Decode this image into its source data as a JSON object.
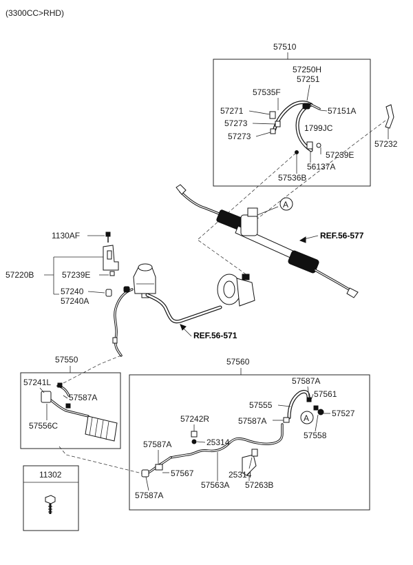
{
  "header": {
    "title": "(3300CC>RHD)"
  },
  "labels": {
    "p57510": "57510",
    "p57250H": "57250H",
    "p57251": "57251",
    "p57535F": "57535F",
    "p57271": "57271",
    "p57151A": "57151A",
    "p57273a": "57273",
    "p1799JC": "1799JC",
    "p57273b": "57273",
    "p57239E_top": "57239E",
    "p57232": "57232",
    "p56137A": "56137A",
    "p57536B": "57536B",
    "ref56577": "REF.56-577",
    "p1130AF": "1130AF",
    "p57220B": "57220B",
    "p57239E_left": "57239E",
    "p57240": "57240",
    "p57240A": "57240A",
    "ref56571": "REF.56-571",
    "p57550": "57550",
    "p57560": "57560",
    "p57241L": "57241L",
    "p57587A_cooler": "57587A",
    "p57556C": "57556C",
    "p57587A_r1": "57587A",
    "p57561": "57561",
    "p57555": "57555",
    "p57527": "57527",
    "p57587A_r2": "57587A",
    "p57558": "57558",
    "p57242R": "57242R",
    "p25314a": "25314",
    "p57587A_l1": "57587A",
    "p57567": "57567",
    "p25314b": "25314",
    "p57263B": "57263B",
    "p57563A": "57563A",
    "p57587A_l2": "57587A",
    "p11302": "11302"
  },
  "callouts": {
    "circleA": "A"
  },
  "colors": {
    "ink": "#111111",
    "paper": "#ffffff"
  },
  "icons": [
    "bolt-icon",
    "clamp-icon",
    "hose-icon",
    "reservoir-icon",
    "pump-icon",
    "steering-gear-icon",
    "oil-cooler-icon"
  ]
}
